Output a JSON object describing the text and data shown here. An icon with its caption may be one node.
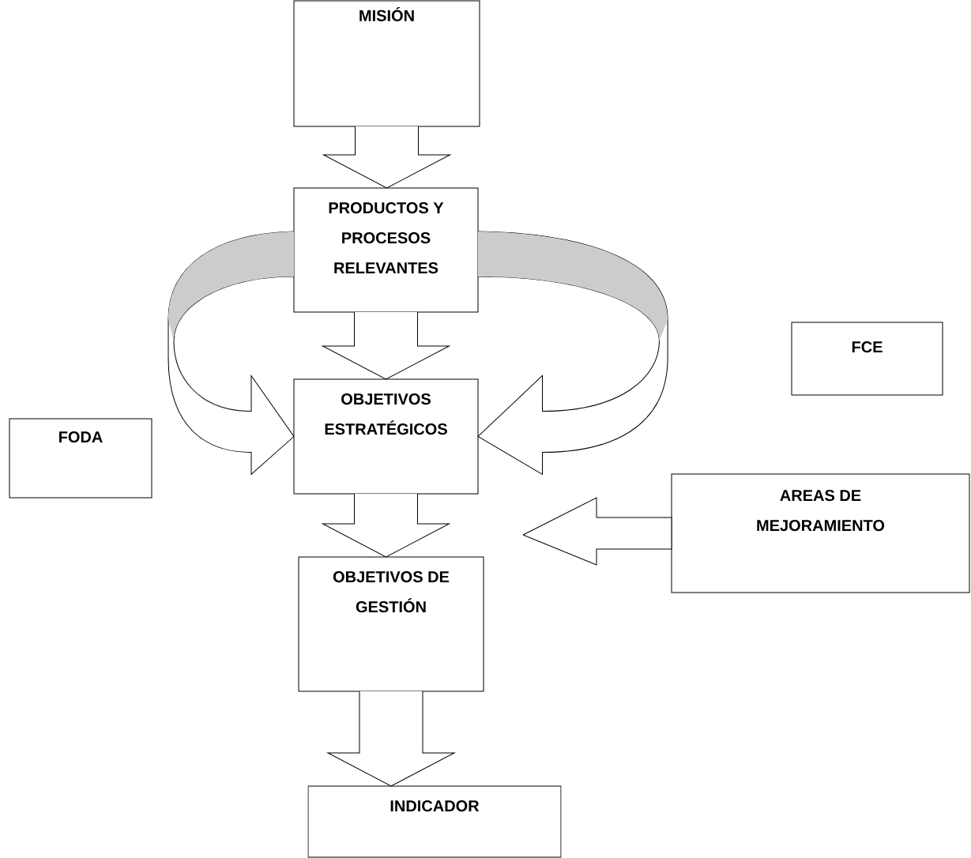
{
  "diagram": {
    "nodes": [
      {
        "text": [
          "MISIÓN"
        ]
      },
      {
        "text": [
          "PRODUCTOS Y PROCESOS RELEVANTES"
        ]
      },
      {
        "text": [
          "FCE"
        ]
      },
      {
        "text": [
          "OBJETIVOS ESTRATÉGICOS"
        ]
      },
      {
        "text": [
          "FODA"
        ]
      },
      {
        "text": [
          "AREAS DE MEJORAMIENTO"
        ]
      },
      {
        "text": [
          "OBJETIVOS DE GESTIÓN"
        ]
      },
      {
        "text": [
          "INDICADOR"
        ]
      }
    ],
    "edges": [
      {
        "from": 0,
        "to": 1,
        "arrow": "to"
      },
      {
        "from": 1,
        "to": 3,
        "arrow": "to"
      },
      {
        "from": 1,
        "to": 3,
        "arrow": "to"
      },
      {
        "from": 1,
        "to": 3,
        "arrow": "to"
      },
      {
        "from": 3,
        "to": 6,
        "arrow": "to"
      },
      {
        "from": 5,
        "to": null,
        "arrow": "to"
      },
      {
        "from": 6,
        "to": 7,
        "arrow": "to"
      }
    ]
  }
}
